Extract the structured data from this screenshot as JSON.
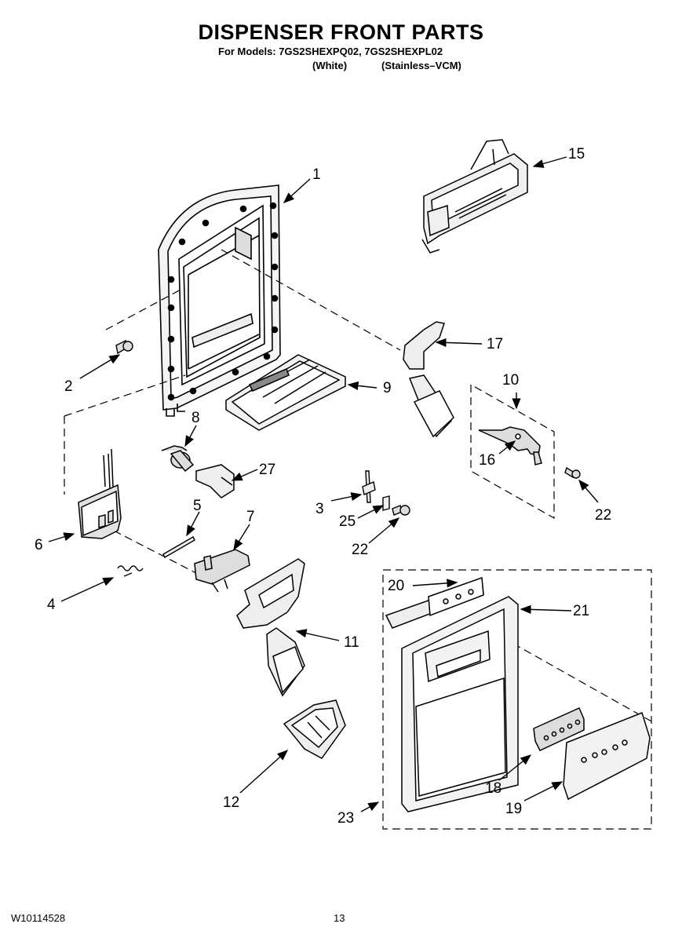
{
  "header": {
    "title": "DISPENSER FRONT PARTS",
    "models_line": "For Models: 7GS2SHEXPQ02, 7GS2SHEXPL02",
    "variant_white": "(White)",
    "variant_stainless": "(Stainless–VCM)"
  },
  "callouts": {
    "p1": "1",
    "p2": "2",
    "p3": "3",
    "p4": "4",
    "p5": "5",
    "p6": "6",
    "p7": "7",
    "p8": "8",
    "p9": "9",
    "p10": "10",
    "p11": "11",
    "p12": "12",
    "p15": "15",
    "p16": "16",
    "p17": "17",
    "p18": "18",
    "p19": "19",
    "p20": "20",
    "p21": "21",
    "p22a": "22",
    "p22b": "22",
    "p23": "23",
    "p25": "25",
    "p27": "27"
  },
  "footer": {
    "doc_number": "W10114528",
    "page_number": "13"
  }
}
